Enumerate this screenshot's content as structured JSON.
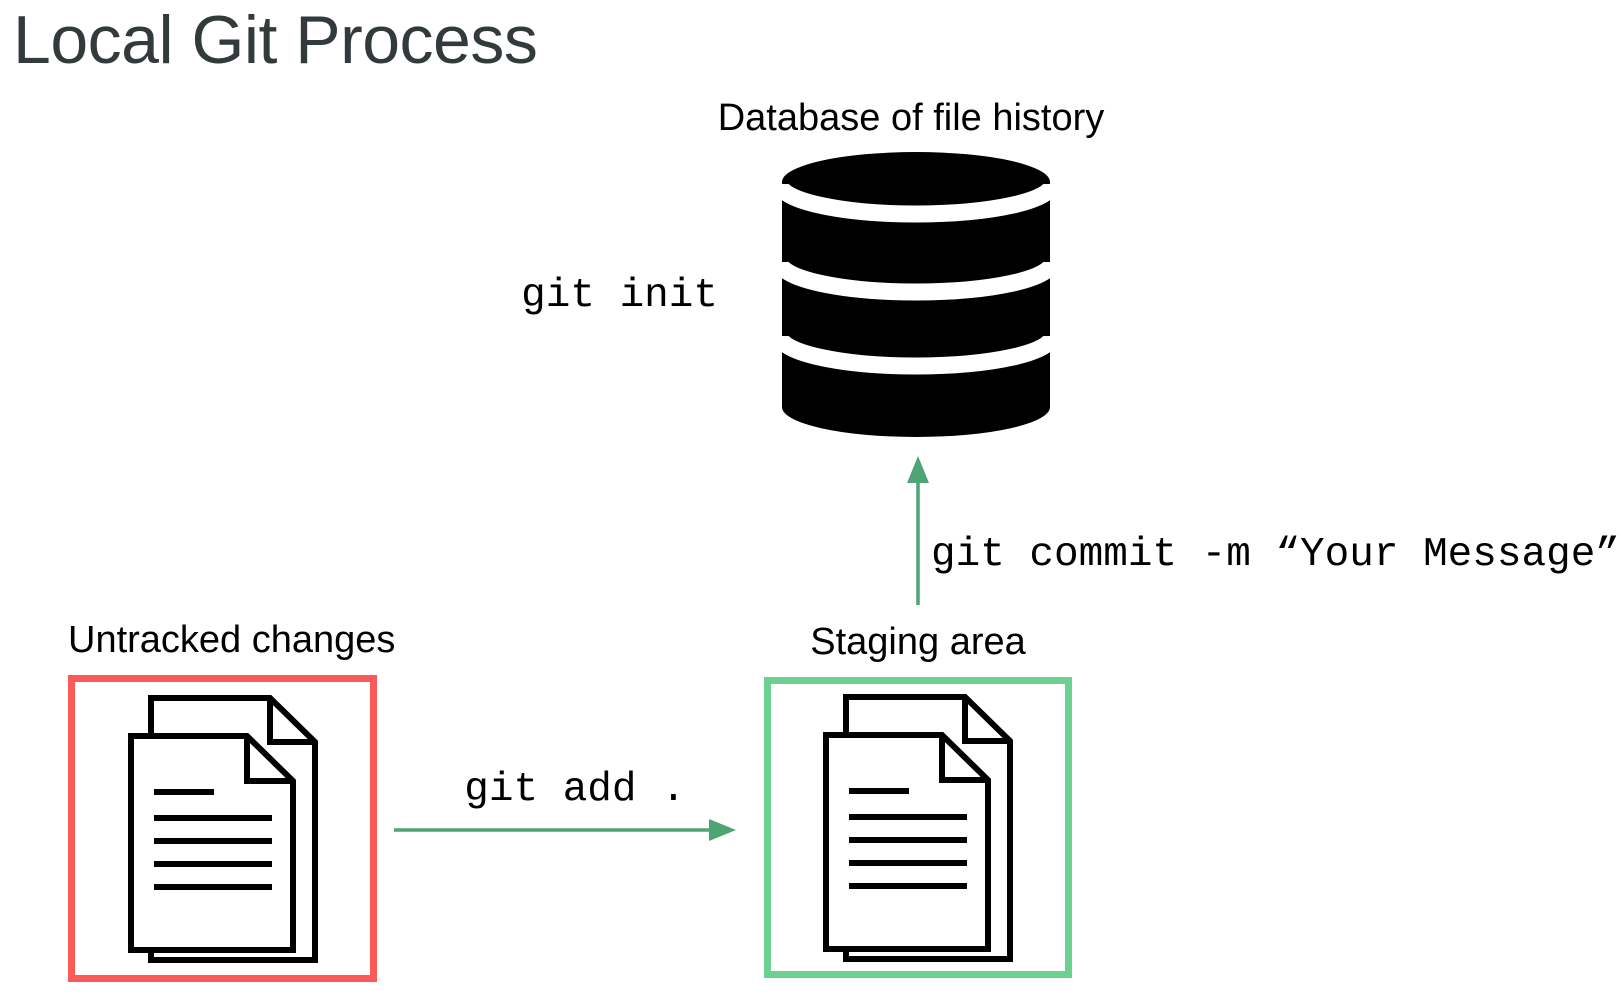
{
  "slide": {
    "title": "Local Git Process"
  },
  "database": {
    "label": "Database of file history",
    "icon": "database-cylinder-icon"
  },
  "boxes": {
    "untracked": {
      "label": "Untracked changes",
      "icon": "documents-icon",
      "border_color": "#fa5a58"
    },
    "staging": {
      "label": "Staging area",
      "icon": "documents-icon",
      "border_color": "#6cd190"
    }
  },
  "commands": {
    "init": "git init",
    "add": "git add .",
    "commit": "git commit -m “Your Message”"
  },
  "arrows": {
    "add_arrow": {
      "direction": "right",
      "from": "untracked-changes-box",
      "to": "staging-area-box"
    },
    "commit_arrow": {
      "direction": "up",
      "from": "staging-area-box",
      "to": "database-icon"
    }
  },
  "colors": {
    "red_border": "#fa5a58",
    "green_border": "#6cd190",
    "arrow_green": "#4fa475",
    "title_text": "#323a3c",
    "label_text": "#000000",
    "command_text": "#000000",
    "icon_black": "#000000",
    "background": "#ffffff"
  }
}
